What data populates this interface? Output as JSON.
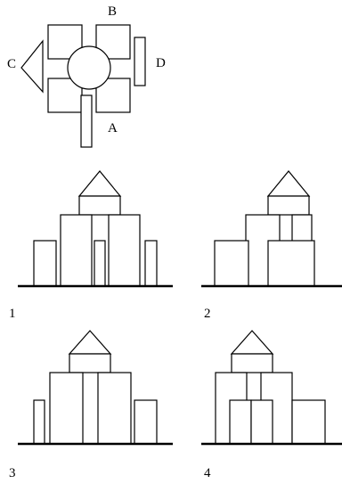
{
  "top_view": {
    "labels": {
      "a": "A",
      "b": "B",
      "c": "C",
      "d": "D"
    }
  },
  "options": [
    {
      "label": "1"
    },
    {
      "label": "2"
    },
    {
      "label": "3"
    },
    {
      "label": "4"
    }
  ],
  "colors": {
    "stroke": "#000000",
    "background": "#ffffff"
  }
}
